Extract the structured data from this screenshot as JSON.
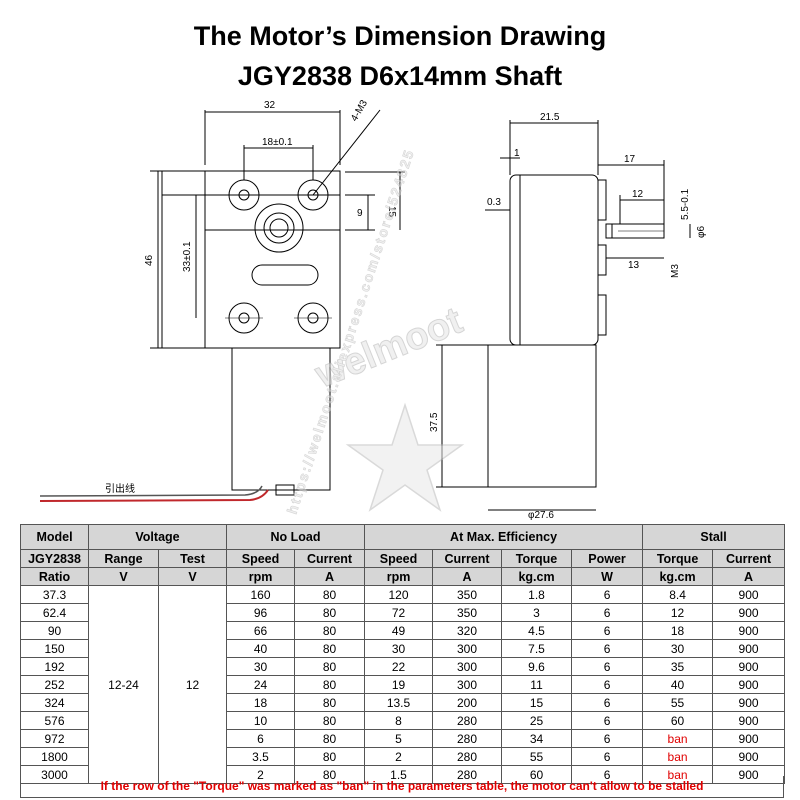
{
  "title_line1": "The Motor’s Dimension Drawing",
  "title_line2": "JGY2838 D6x14mm Shaft",
  "drawing_labels": {
    "width_32": "32",
    "spacing_18": "18±0.1",
    "holes": "4-M3",
    "offset_9": "9",
    "offset_15": "15",
    "height_46": "46",
    "spacing_33": "33±0.1",
    "body_21_5": "21.5",
    "side_1": "1",
    "side_0_3": "0.3",
    "shaft_17": "17",
    "shaft_12": "12",
    "flat_5_5": "5.5-0.1",
    "dia_6": "φ6",
    "shaft_13": "13",
    "m3": "M3",
    "len_37_5": "37.5",
    "dia_27_6": "φ27.6",
    "wire_note": "引出线"
  },
  "watermark": {
    "brand": "welmoot",
    "url": "https://welmoot.aliexpress.com/store/524825"
  },
  "table": {
    "header_row1": [
      "Model",
      "Voltage",
      "No Load",
      "At Max. Efficiency",
      "Stall"
    ],
    "header_row2": [
      "JGY2838",
      "Range",
      "Test",
      "Speed",
      "Current",
      "Speed",
      "Current",
      "Torque",
      "Power",
      "Torque",
      "Current"
    ],
    "header_row3": [
      "Ratio",
      "V",
      "V",
      "rpm",
      "A",
      "rpm",
      "A",
      "kg.cm",
      "W",
      "kg.cm",
      "A"
    ],
    "voltage_range": "12-24",
    "voltage_test": "12",
    "rows": [
      {
        "ratio": "37.3",
        "nl_speed": "160",
        "nl_current": "80",
        "me_speed": "120",
        "me_current": "350",
        "me_torque": "1.8",
        "me_power": "6",
        "st_torque": "8.4",
        "st_current": "900"
      },
      {
        "ratio": "62.4",
        "nl_speed": "96",
        "nl_current": "80",
        "me_speed": "72",
        "me_current": "350",
        "me_torque": "3",
        "me_power": "6",
        "st_torque": "12",
        "st_current": "900"
      },
      {
        "ratio": "90",
        "nl_speed": "66",
        "nl_current": "80",
        "me_speed": "49",
        "me_current": "320",
        "me_torque": "4.5",
        "me_power": "6",
        "st_torque": "18",
        "st_current": "900"
      },
      {
        "ratio": "150",
        "nl_speed": "40",
        "nl_current": "80",
        "me_speed": "30",
        "me_current": "300",
        "me_torque": "7.5",
        "me_power": "6",
        "st_torque": "30",
        "st_current": "900"
      },
      {
        "ratio": "192",
        "nl_speed": "30",
        "nl_current": "80",
        "me_speed": "22",
        "me_current": "300",
        "me_torque": "9.6",
        "me_power": "6",
        "st_torque": "35",
        "st_current": "900"
      },
      {
        "ratio": "252",
        "nl_speed": "24",
        "nl_current": "80",
        "me_speed": "19",
        "me_current": "300",
        "me_torque": "11",
        "me_power": "6",
        "st_torque": "40",
        "st_current": "900"
      },
      {
        "ratio": "324",
        "nl_speed": "18",
        "nl_current": "80",
        "me_speed": "13.5",
        "me_current": "200",
        "me_torque": "15",
        "me_power": "6",
        "st_torque": "55",
        "st_current": "900"
      },
      {
        "ratio": "576",
        "nl_speed": "10",
        "nl_current": "80",
        "me_speed": "8",
        "me_current": "280",
        "me_torque": "25",
        "me_power": "6",
        "st_torque": "60",
        "st_current": "900"
      },
      {
        "ratio": "972",
        "nl_speed": "6",
        "nl_current": "80",
        "me_speed": "5",
        "me_current": "280",
        "me_torque": "34",
        "me_power": "6",
        "st_torque": "ban",
        "st_current": "900"
      },
      {
        "ratio": "1800",
        "nl_speed": "3.5",
        "nl_current": "80",
        "me_speed": "2",
        "me_current": "280",
        "me_torque": "55",
        "me_power": "6",
        "st_torque": "ban",
        "st_current": "900"
      },
      {
        "ratio": "3000",
        "nl_speed": "2",
        "nl_current": "80",
        "me_speed": "1.5",
        "me_current": "280",
        "me_torque": "60",
        "me_power": "6",
        "st_torque": "ban",
        "st_current": "900"
      }
    ],
    "note": "If the row of the \"Torque\" was marked as \"ban\" in the parameters table, the motor can't allow to be stalled",
    "ban_color": "#e00000"
  }
}
